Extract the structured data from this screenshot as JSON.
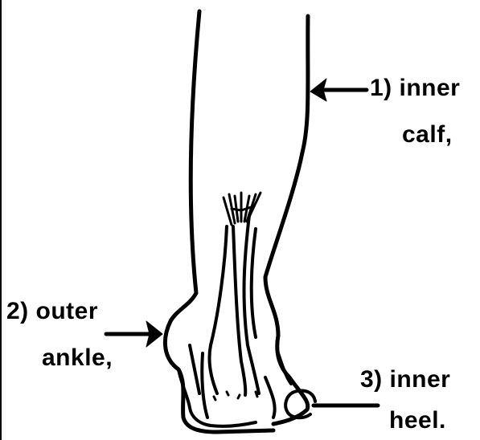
{
  "labels": {
    "inner_calf": {
      "line1": "1) inner",
      "line2": "calf,"
    },
    "outer_ankle": {
      "line1": "2) outer",
      "line2": "ankle,"
    },
    "inner_heel": {
      "line1": "3) inner",
      "line2": "heel."
    }
  },
  "colors": {
    "ink": "#000000",
    "background": "#ffffff"
  }
}
